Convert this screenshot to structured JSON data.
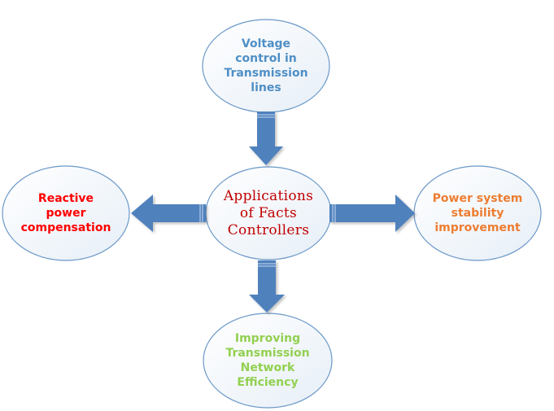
{
  "diagram": {
    "center": {
      "lines": [
        "Applications",
        "of Facts",
        "Controllers"
      ],
      "color": "#c00000"
    },
    "nodes": {
      "top": {
        "lines": [
          "Voltage",
          "control in",
          "Transmission",
          "lines"
        ],
        "color": "#4f8fc6"
      },
      "left": {
        "lines": [
          "Reactive",
          "power",
          "compensation"
        ],
        "color": "#ff0000"
      },
      "right": {
        "lines": [
          "Power system",
          "stability",
          "improvement"
        ],
        "color": "#ed7d31"
      },
      "bottom": {
        "lines": [
          "Improving",
          "Transmission",
          "Network",
          "Efficiency"
        ],
        "color": "#92d050"
      }
    },
    "arrow_color": "#4f81bd",
    "ellipse_stroke": "#6a98c8"
  }
}
